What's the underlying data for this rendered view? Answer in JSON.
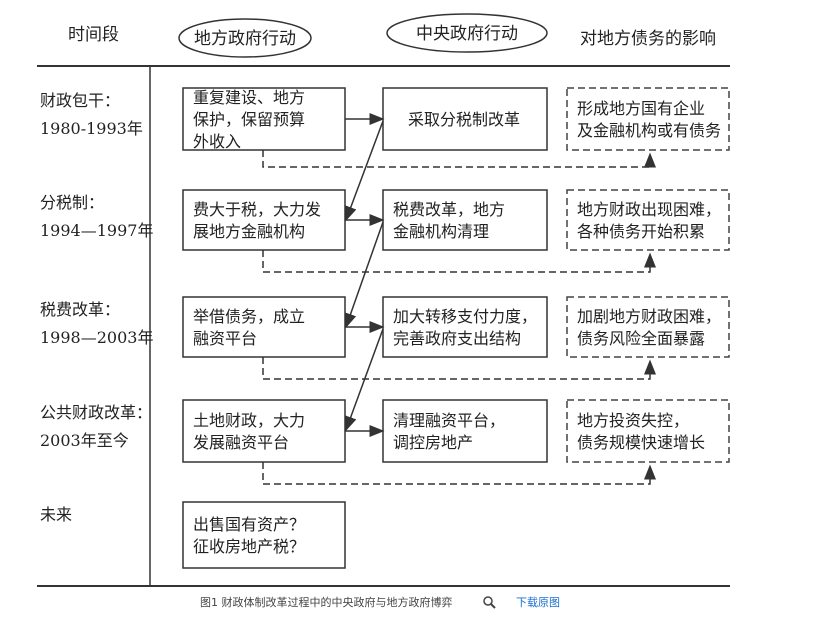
{
  "headers": {
    "period": "时间段",
    "local": "地方政府行动",
    "central": "中央政府行动",
    "impact": "对地方债务的影响"
  },
  "rows": [
    {
      "period": "财政包干：",
      "years": "1980-1993年",
      "local": [
        "重复建设、地方",
        "保护，保留预算",
        "外收入"
      ],
      "central": [
        "采取分税制改革"
      ],
      "impact": [
        "形成地方国有企业",
        "及金融机构或有债务"
      ]
    },
    {
      "period": "分税制：",
      "years": "1994—1997年",
      "local": [
        "费大于税，大力发",
        "展地方金融机构"
      ],
      "central": [
        "税费改革，地方",
        "金融机构清理"
      ],
      "impact": [
        "地方财政出现困难，",
        "各种债务开始积累"
      ]
    },
    {
      "period": "税费改革：",
      "years": "1998—2003年",
      "local": [
        "举借债务，成立",
        "融资平台"
      ],
      "central": [
        "加大转移支付力度，",
        "完善政府支出结构"
      ],
      "impact": [
        "加剧地方财政困难，",
        "债务风险全面暴露"
      ]
    },
    {
      "period": "公共财政改革：",
      "years": "2003年至今",
      "local": [
        "土地财政，大力",
        "发展融资平台"
      ],
      "central": [
        "清理融资平台，",
        "调控房地产"
      ],
      "impact": [
        "地方投资失控，",
        "债务规模快速增长"
      ]
    },
    {
      "period": "未来",
      "years": "",
      "local": [
        "出售国有资产？",
        "征收房地产税？"
      ]
    }
  ],
  "caption": "图1 财政体制改革过程中的中央政府与地方政府博弈",
  "zoom_icon": "magnifier-icon",
  "download": "下载原图"
}
